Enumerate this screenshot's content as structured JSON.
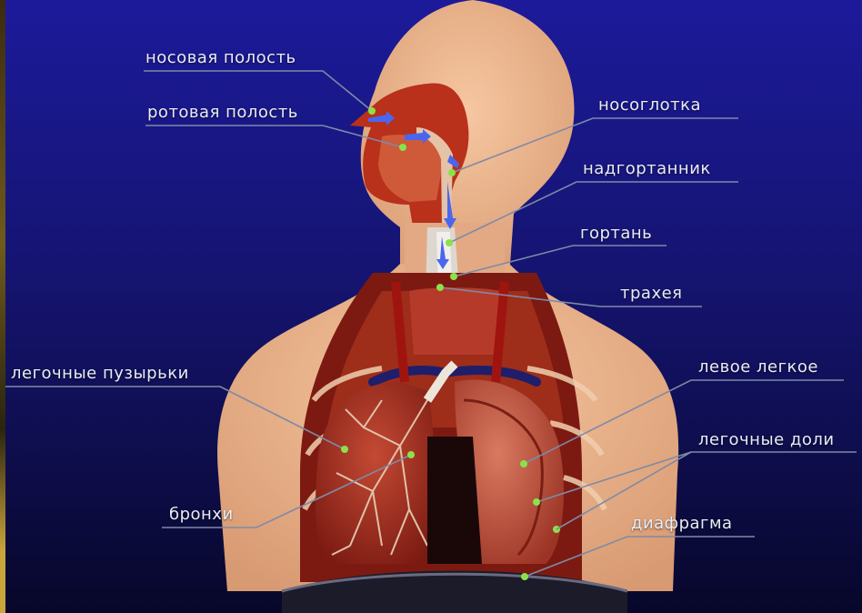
{
  "colors": {
    "background_top": "#1c1a9a",
    "background_bottom": "#07072a",
    "skin": "#eab38e",
    "muscle": "#9c2414",
    "lung": "#b03a2a",
    "leader_line": "#7e8aa6",
    "dot": "#8ae24a",
    "airflow_arrow": "#4a66ee"
  },
  "labels": {
    "nasal_cavity": "носовая полость",
    "oral_cavity": "ротовая полость",
    "nasopharynx": "носоглотка",
    "epiglottis": "надгортанник",
    "larynx": "гортань",
    "trachea": "трахея",
    "alveoli": "легочные пузырьки",
    "left_lung": "левое легкое",
    "lung_lobes": "легочные доли",
    "bronchi": "бронхи",
    "diaphragm": "диафрагма"
  }
}
